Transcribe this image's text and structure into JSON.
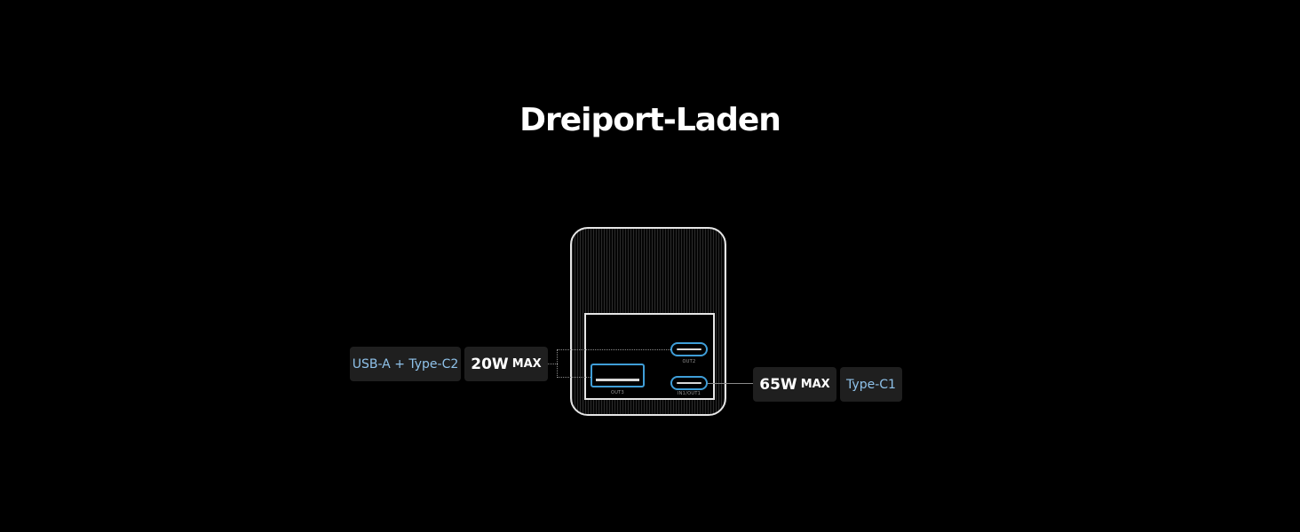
{
  "heading": "Dreiport-Laden",
  "charger": {
    "ports": {
      "out2_label": "OUT2",
      "out3_label": "OUT3",
      "in1_out1_label": "IN1/OUT1"
    }
  },
  "callouts": {
    "left": {
      "type_label": "USB-A + Type-C2",
      "watt_value": "20W",
      "watt_unit": "MAX"
    },
    "right": {
      "type_label": "Type-C1",
      "watt_value": "65W",
      "watt_unit": "MAX"
    }
  },
  "colors": {
    "background": "#000000",
    "port_outline": "#3f9ed8",
    "type_label_text": "#8fc2ea",
    "pill_background": "#1f1f1f"
  },
  "icons": {
    "usb_a_port": "usb-a-port-icon",
    "usb_c_port": "usb-c-port-icon"
  }
}
